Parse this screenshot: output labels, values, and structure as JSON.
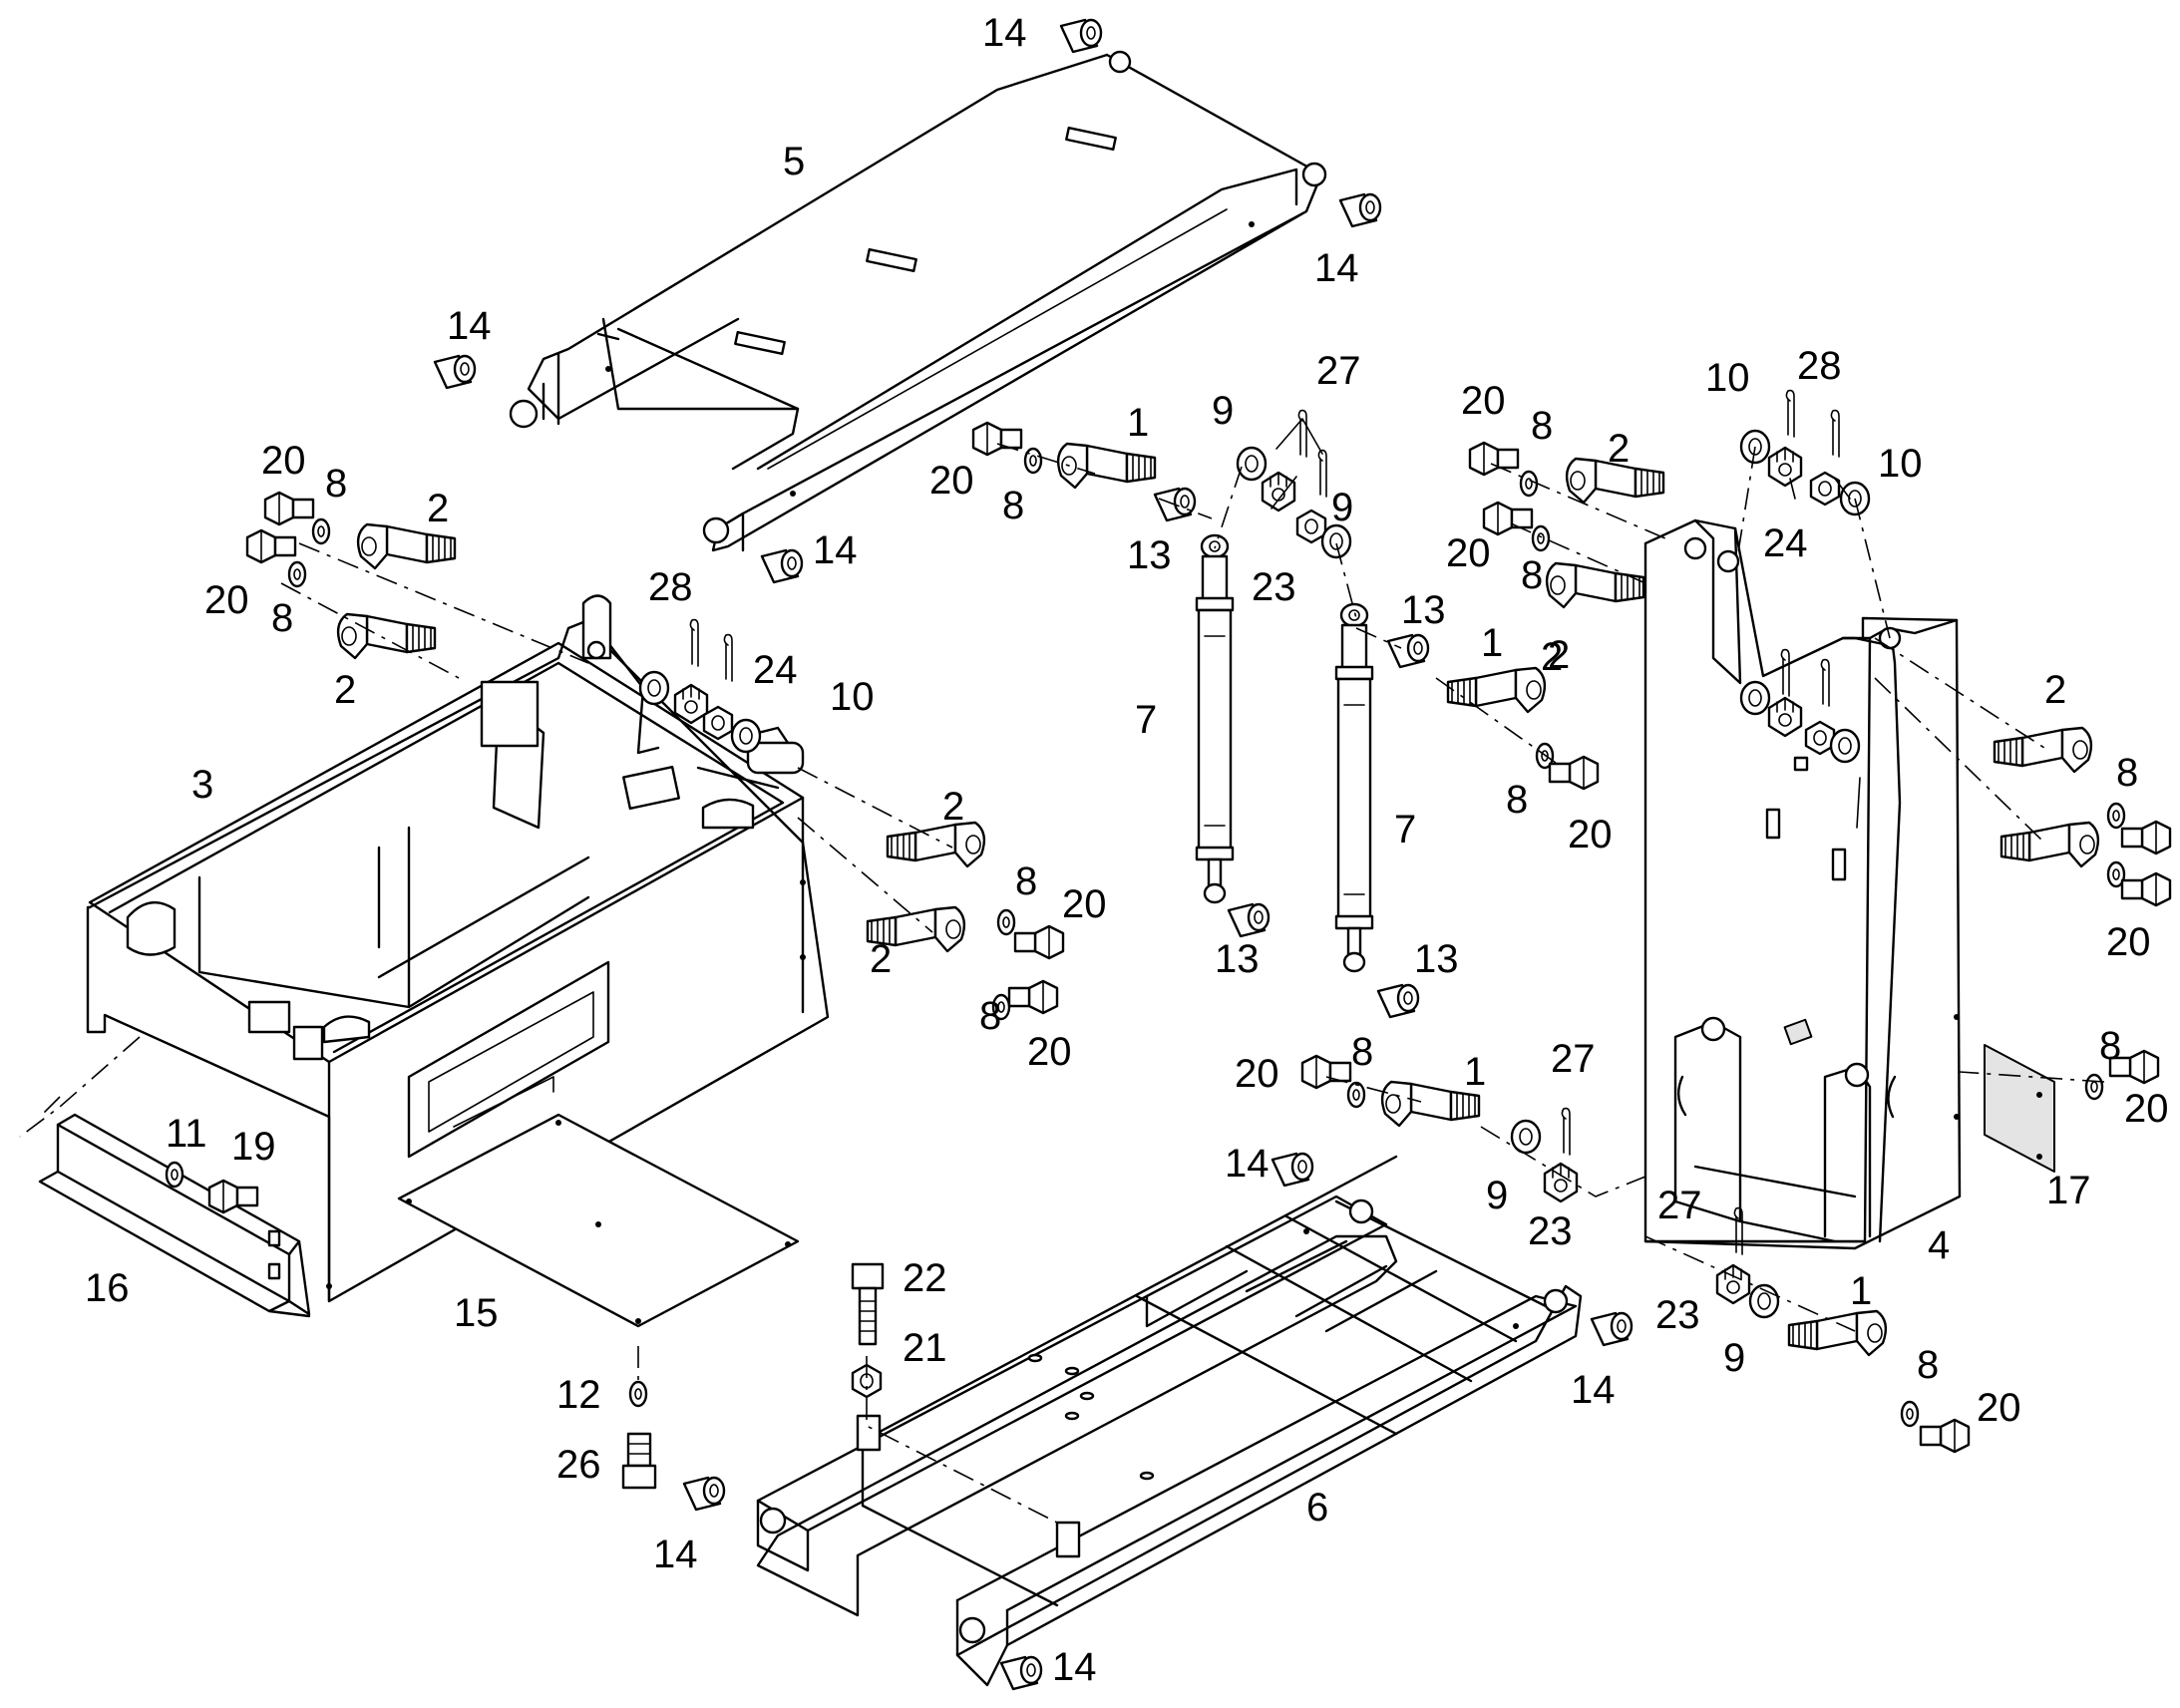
{
  "diagram": {
    "callouts": [
      {
        "id": "c14a",
        "text": "14"
      },
      {
        "id": "c5",
        "text": "5"
      },
      {
        "id": "c14b",
        "text": "14"
      },
      {
        "id": "c14c",
        "text": "14"
      },
      {
        "id": "c14d",
        "text": "14"
      },
      {
        "id": "c20a",
        "text": "20"
      },
      {
        "id": "c8a",
        "text": "8"
      },
      {
        "id": "c2a",
        "text": "2"
      },
      {
        "id": "c20b",
        "text": "20"
      },
      {
        "id": "c8b",
        "text": "8"
      },
      {
        "id": "c2b",
        "text": "2"
      },
      {
        "id": "c28a",
        "text": "28"
      },
      {
        "id": "c24a",
        "text": "24"
      },
      {
        "id": "c10a",
        "text": "10"
      },
      {
        "id": "c3",
        "text": "3"
      },
      {
        "id": "c2c",
        "text": "2"
      },
      {
        "id": "c8c",
        "text": "8"
      },
      {
        "id": "c20c",
        "text": "20"
      },
      {
        "id": "c2d",
        "text": "2"
      },
      {
        "id": "c8d",
        "text": "8"
      },
      {
        "id": "c20d",
        "text": "20"
      },
      {
        "id": "c11",
        "text": "11"
      },
      {
        "id": "c19",
        "text": "19"
      },
      {
        "id": "c16",
        "text": "16"
      },
      {
        "id": "c15",
        "text": "15"
      },
      {
        "id": "c20e",
        "text": "20"
      },
      {
        "id": "c8e",
        "text": "8"
      },
      {
        "id": "c1a",
        "text": "1"
      },
      {
        "id": "c9a",
        "text": "9"
      },
      {
        "id": "c27a",
        "text": "27"
      },
      {
        "id": "c13a",
        "text": "13"
      },
      {
        "id": "c23a",
        "text": "23"
      },
      {
        "id": "c9b",
        "text": "9"
      },
      {
        "id": "c7a",
        "text": "7"
      },
      {
        "id": "c13b",
        "text": "13"
      },
      {
        "id": "c13c",
        "text": "13"
      },
      {
        "id": "c1b",
        "text": "1"
      },
      {
        "id": "c2e",
        "text": "2"
      },
      {
        "id": "c8f",
        "text": "8"
      },
      {
        "id": "c20f",
        "text": "20"
      },
      {
        "id": "c7b",
        "text": "7"
      },
      {
        "id": "c13d",
        "text": "13"
      },
      {
        "id": "c20g",
        "text": "20"
      },
      {
        "id": "c8g",
        "text": "8"
      },
      {
        "id": "c2f",
        "text": "2"
      },
      {
        "id": "c10b",
        "text": "10"
      },
      {
        "id": "c28b",
        "text": "28"
      },
      {
        "id": "c10c",
        "text": "10"
      },
      {
        "id": "c24b",
        "text": "24"
      },
      {
        "id": "c20h",
        "text": "20"
      },
      {
        "id": "c8h",
        "text": "8"
      },
      {
        "id": "c2g",
        "text": "2"
      },
      {
        "id": "c2h",
        "text": "2"
      },
      {
        "id": "c8i",
        "text": "8"
      },
      {
        "id": "c20i",
        "text": "20"
      },
      {
        "id": "c20j",
        "text": "20"
      },
      {
        "id": "c8j",
        "text": "8"
      },
      {
        "id": "c1c",
        "text": "1"
      },
      {
        "id": "c27b",
        "text": "27"
      },
      {
        "id": "c14e",
        "text": "14"
      },
      {
        "id": "c9c",
        "text": "9"
      },
      {
        "id": "c23b",
        "text": "23"
      },
      {
        "id": "c27c",
        "text": "27"
      },
      {
        "id": "c4",
        "text": "4"
      },
      {
        "id": "c8k",
        "text": "8"
      },
      {
        "id": "c20k",
        "text": "20"
      },
      {
        "id": "c17",
        "text": "17"
      },
      {
        "id": "c22",
        "text": "22"
      },
      {
        "id": "c21",
        "text": "21"
      },
      {
        "id": "c12",
        "text": "12"
      },
      {
        "id": "c26",
        "text": "26"
      },
      {
        "id": "c23c",
        "text": "23"
      },
      {
        "id": "c1d",
        "text": "1"
      },
      {
        "id": "c9d",
        "text": "9"
      },
      {
        "id": "c8l",
        "text": "8"
      },
      {
        "id": "c20l",
        "text": "20"
      },
      {
        "id": "c14f",
        "text": "14"
      },
      {
        "id": "c6",
        "text": "6"
      },
      {
        "id": "c14g",
        "text": "14"
      },
      {
        "id": "c14h",
        "text": "14"
      }
    ]
  }
}
